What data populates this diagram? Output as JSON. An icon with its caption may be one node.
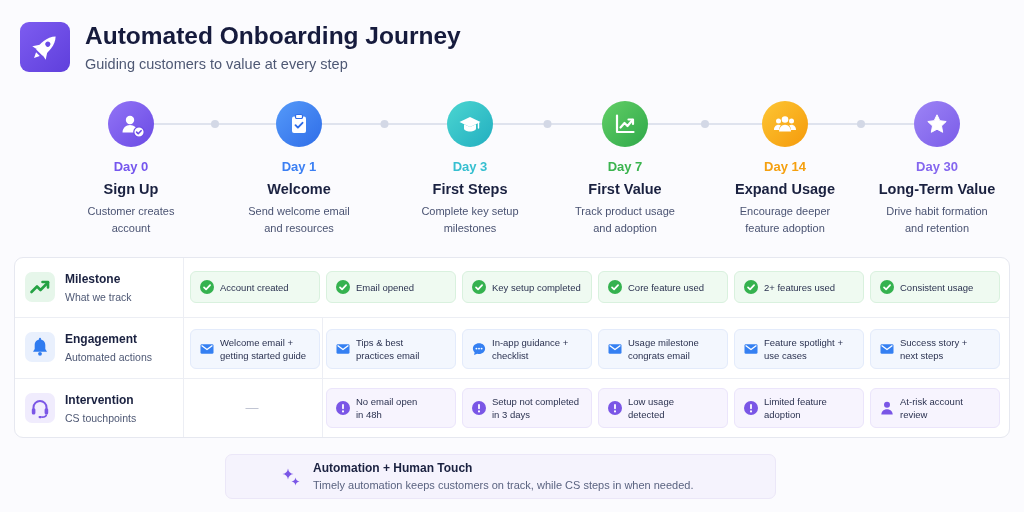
{
  "diagram": {
    "title": "Automated Onboarding Journey",
    "nodes": [
      {
        "text": [
          "Day 0",
          "Sign Up",
          "Customer creates account"
        ]
      },
      {
        "text": [
          "Day 1",
          "Welcome",
          "Send welcome email and resources"
        ]
      },
      {
        "text": [
          "Day 3",
          "First Steps",
          "Complete key setup milestones"
        ]
      },
      {
        "text": [
          "Day 7",
          "First Value",
          "Track product usage and adoption"
        ]
      },
      {
        "text": [
          "Day 14",
          "Expand Usage",
          "Encourage deeper feature adoption"
        ]
      },
      {
        "text": [
          "Day 30",
          "Long-Term Value",
          "Drive habit formation and retention"
        ]
      },
      {
        "text": [
          "Account created"
        ]
      },
      {
        "text": [
          "Email opened"
        ]
      },
      {
        "text": [
          "Key setup completed"
        ]
      },
      {
        "text": [
          "Core feature used"
        ]
      },
      {
        "text": [
          "2+ features used"
        ]
      },
      {
        "text": [
          "Consistent usage"
        ]
      },
      {
        "text": [
          "Welcome email + getting started guide"
        ]
      },
      {
        "text": [
          "Tips & best practices email"
        ]
      },
      {
        "text": [
          "In-app guidance + checklist"
        ]
      },
      {
        "text": [
          "Usage milestone congrats email"
        ]
      },
      {
        "text": [
          "Feature spotlight + use cases"
        ]
      },
      {
        "text": [
          "Success story + next steps"
        ]
      },
      {
        "text": [
          "No email open in 48h"
        ]
      },
      {
        "text": [
          "Setup not completed in 3 days"
        ]
      },
      {
        "text": [
          "Low usage detected"
        ]
      },
      {
        "text": [
          "Limited feature adoption"
        ]
      },
      {
        "text": [
          "At-risk account review"
        ]
      },
      {
        "text": [
          "Automation + Human Touch",
          "Timely automation keeps customers on track, while CS steps in when needed."
        ]
      }
    ],
    "edges": [
      {
        "from": 0,
        "to": 1,
        "arrow": "none"
      },
      {
        "from": 1,
        "to": 2,
        "arrow": "none"
      },
      {
        "from": 2,
        "to": 3,
        "arrow": "none"
      },
      {
        "from": 3,
        "to": 4,
        "arrow": "none"
      },
      {
        "from": 4,
        "to": 5,
        "arrow": "none"
      }
    ],
    "labels": [
      "Guiding customers to value at every step",
      "Milestone",
      "What we track",
      "Engagement",
      "Automated actions",
      "Intervention",
      "CS touchpoints",
      "—"
    ]
  }
}
